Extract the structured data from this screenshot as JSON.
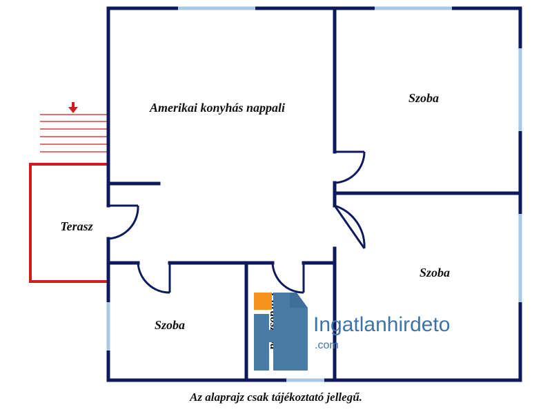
{
  "rooms": {
    "living": "Amerikai konyhás nappali",
    "room_top_right": "Szoba",
    "room_mid_right": "Szoba",
    "room_bottom_left": "Szoba",
    "terrace": "Terasz",
    "bathroom": "Fürdőszoba"
  },
  "watermark": {
    "brand": "Ingatlanhirdeto",
    "domain": ".com"
  },
  "footnote": "Az alaprajz csak tájékoztató jellegű.",
  "colors": {
    "wall": "#0d1b5e",
    "window": "#a9c8e3",
    "terrace": "#d01c1c",
    "stairs": "#d01c1c",
    "logo_blue": "#4a7aa6",
    "logo_orange": "#f5921e",
    "logo_text": "#3d73a8"
  },
  "icons": {
    "entry_arrow": "arrow-down-icon",
    "logo_mark": "house-h-logo-icon"
  }
}
